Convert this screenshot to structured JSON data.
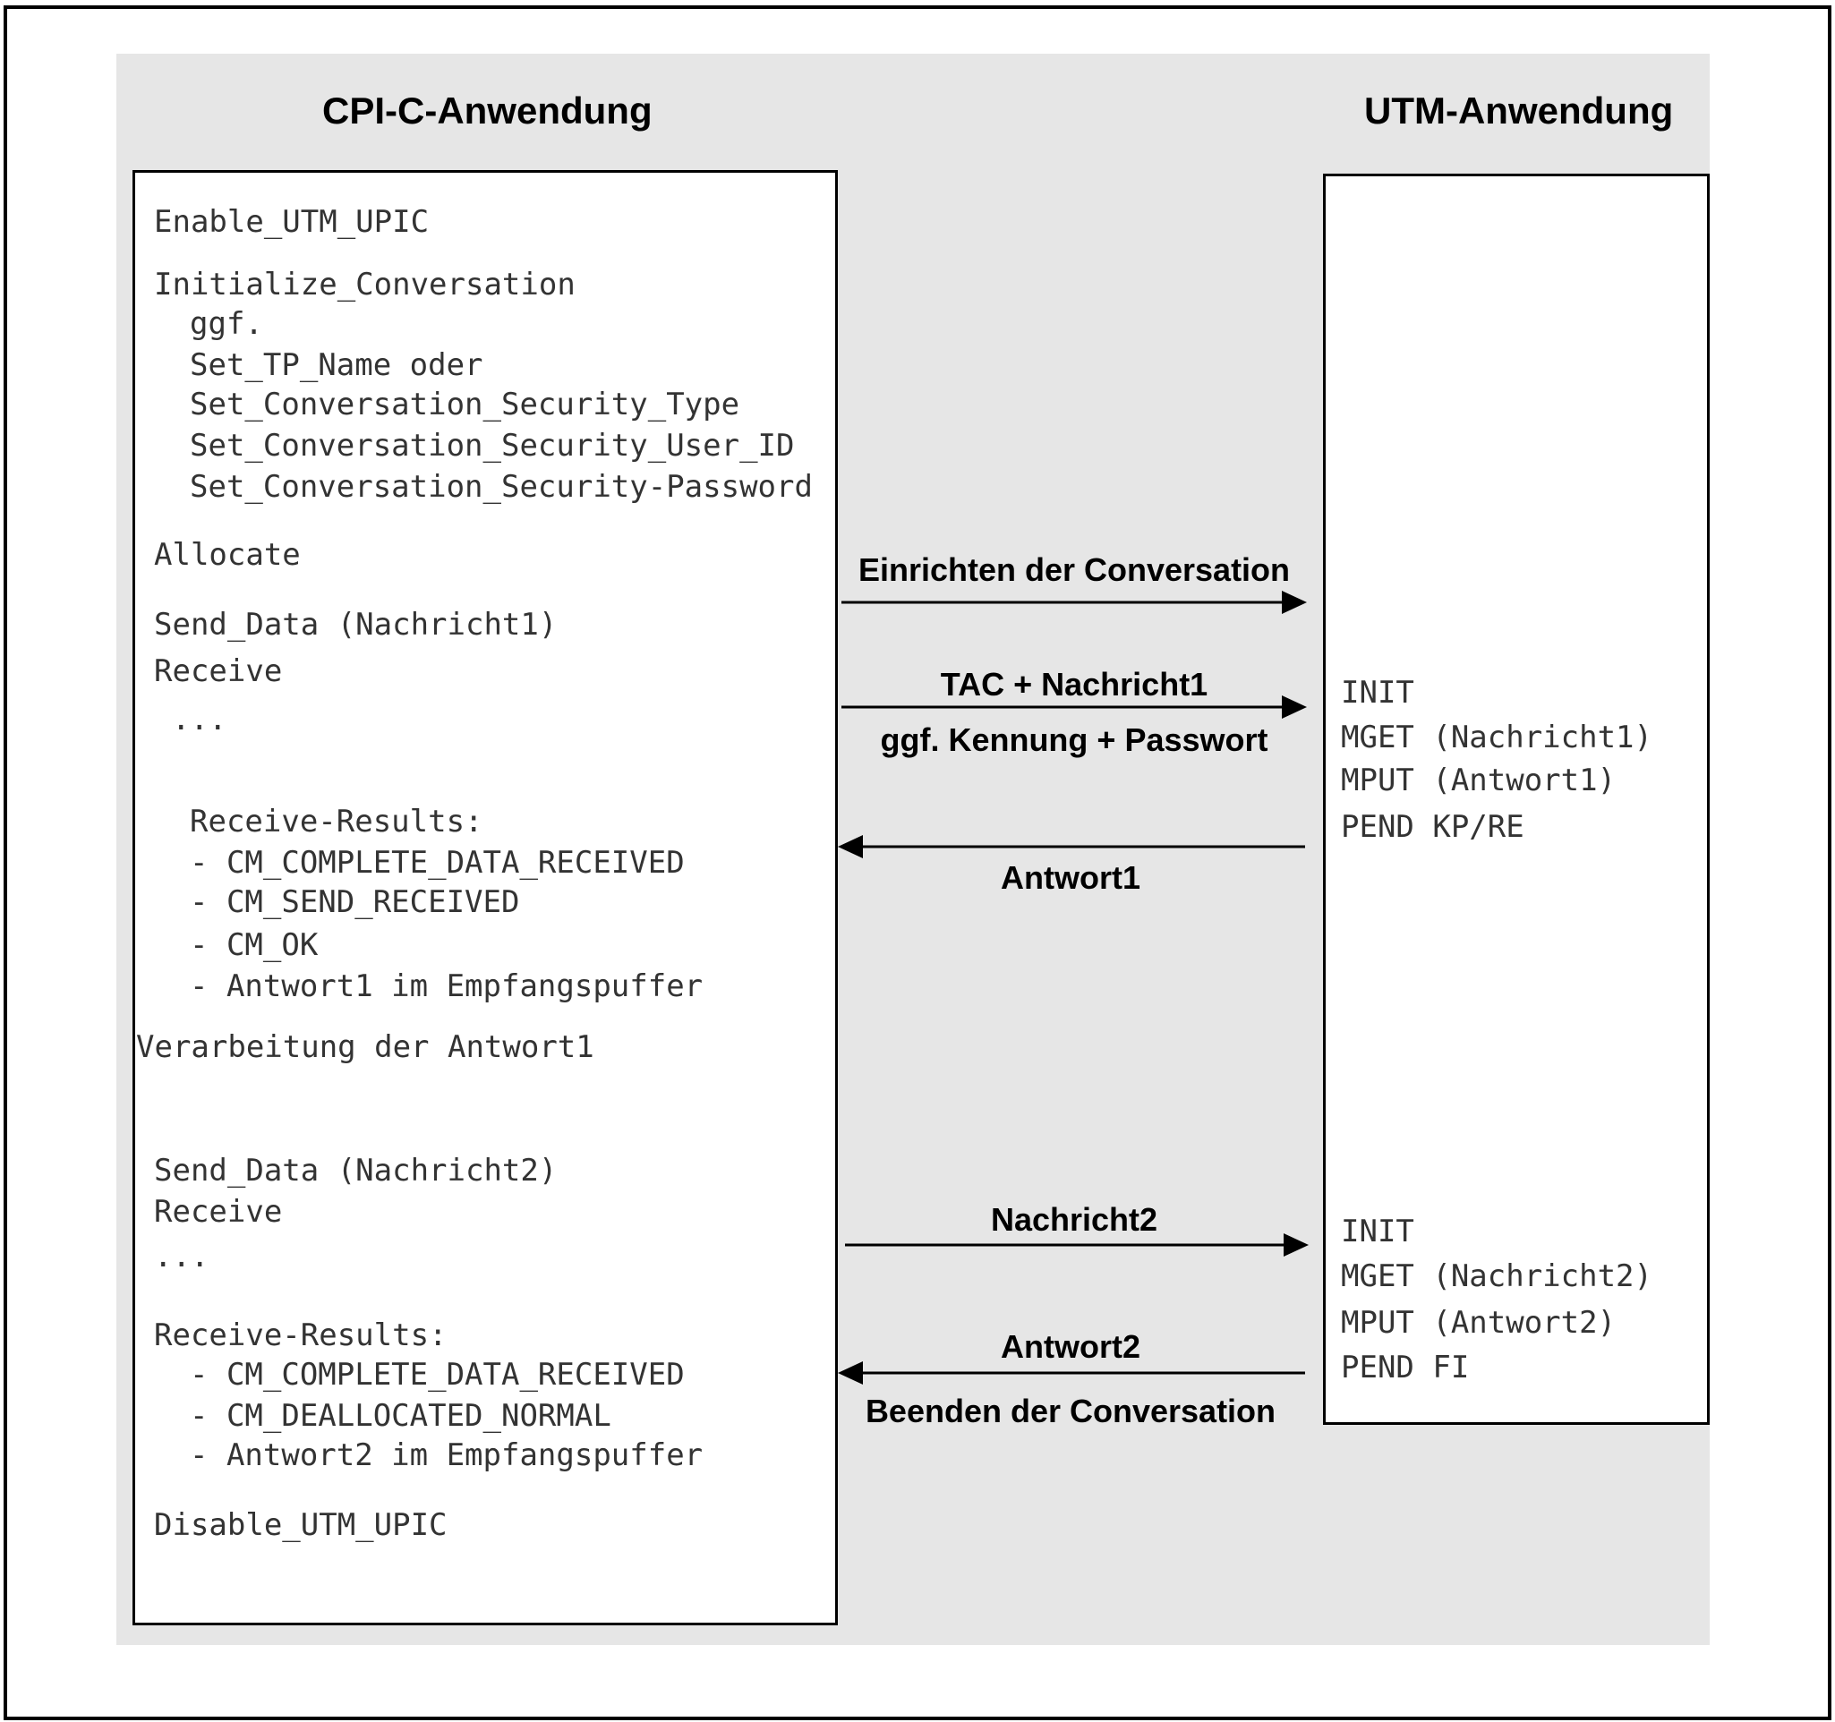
{
  "headings": {
    "left": "CPI-C-Anwendung",
    "right": "UTM-Anwendung"
  },
  "left_lines": [
    "Enable_UTM_UPIC",
    "Initialize_Conversation",
    "ggf.",
    "Set_TP_Name oder",
    "Set_Conversation_Security_Type",
    "Set_Conversation_Security_User_ID",
    "Set_Conversation_Security-Password",
    "Allocate",
    "Send_Data (Nachricht1)",
    "Receive",
    "...",
    "Receive-Results:",
    "- CM_COMPLETE_DATA_RECEIVED",
    "- CM_SEND_RECEIVED",
    "- CM_OK",
    "- Antwort1 im Empfangspuffer",
    "Verarbeitung der Antwort1",
    "Send_Data (Nachricht2)",
    "Receive",
    "...",
    "Receive-Results:",
    "- CM_COMPLETE_DATA_RECEIVED",
    "- CM_DEALLOCATED_NORMAL",
    "- Antwort2 im Empfangspuffer",
    "Disable_UTM_UPIC"
  ],
  "right_lines": [
    "INIT",
    "MGET (Nachricht1)",
    "MPUT (Antwort1)",
    "PEND KP/RE",
    "INIT",
    "MGET (Nachricht2)",
    "MPUT (Antwort2)",
    "PEND FI"
  ],
  "arrow_labels": {
    "setup": "Einrichten der Conversation",
    "tac": "TAC + Nachricht1",
    "kennung": "ggf. Kennung + Passwort",
    "antwort1": "Antwort1",
    "nachricht2": "Nachricht2",
    "antwort2": "Antwort2",
    "end": "Beenden der Conversation"
  }
}
